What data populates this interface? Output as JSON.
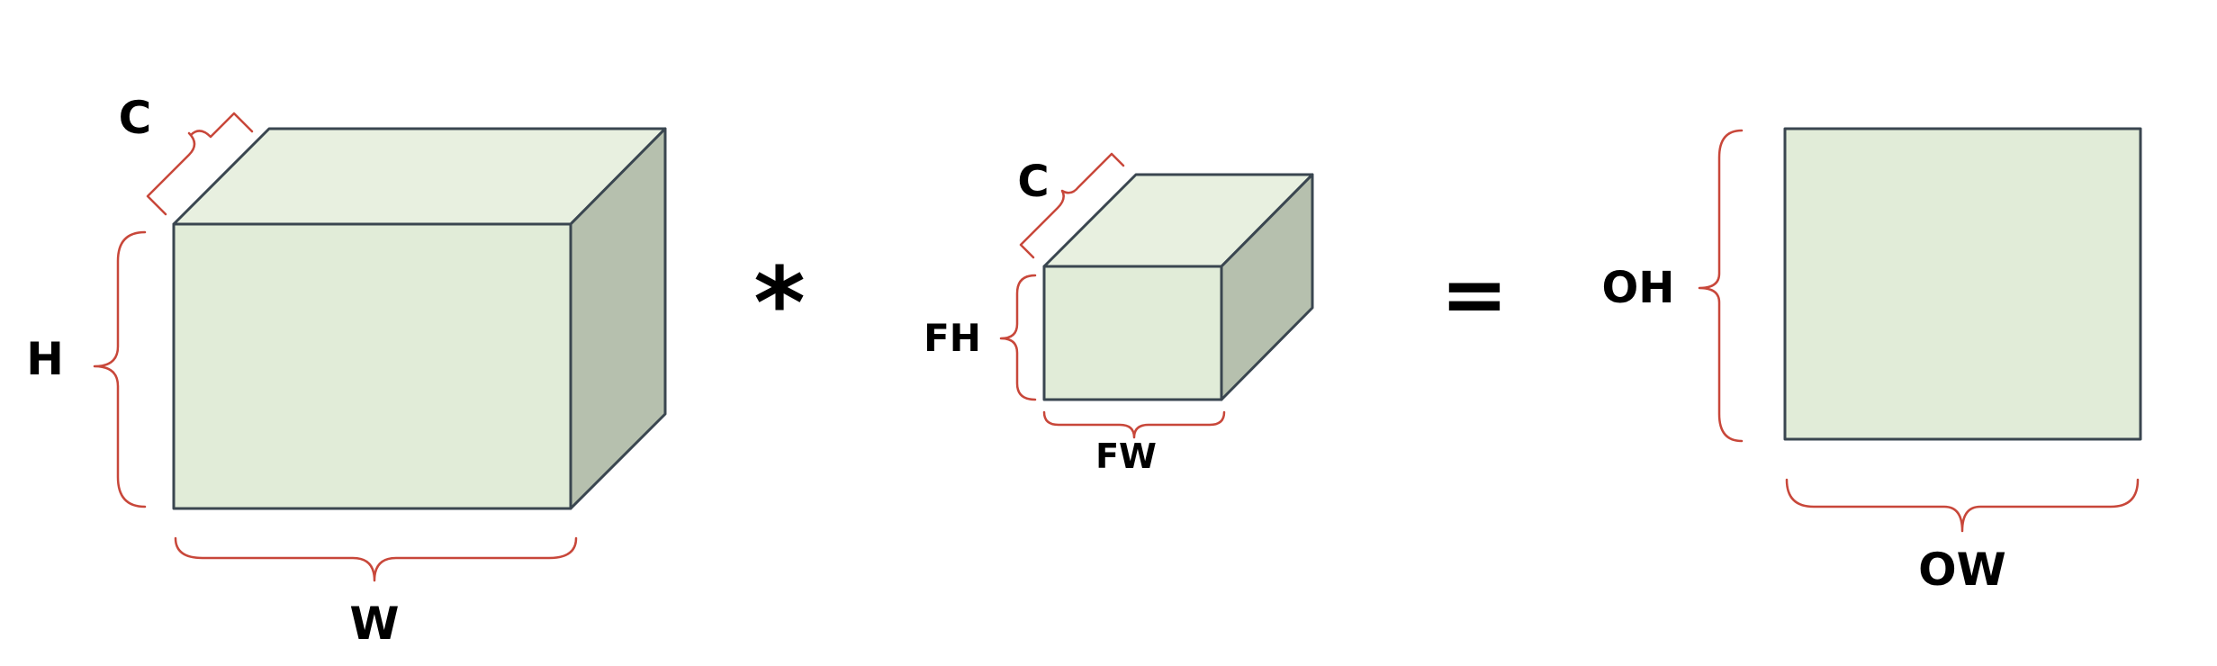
{
  "input": {
    "channels_label": "C",
    "height_label": "H",
    "width_label": "W"
  },
  "filter": {
    "channels_label": "C",
    "height_label": "FH",
    "width_label": "FW"
  },
  "output": {
    "height_label": "OH",
    "width_label": "OW"
  },
  "operators": {
    "convolution": "*",
    "equals": "="
  },
  "colors": {
    "front_face": "#e1ecd8",
    "top_face": "#e8f0e0",
    "side_face": "#b6c0ae",
    "edge": "#3a4650",
    "brace": "#c8473a"
  }
}
